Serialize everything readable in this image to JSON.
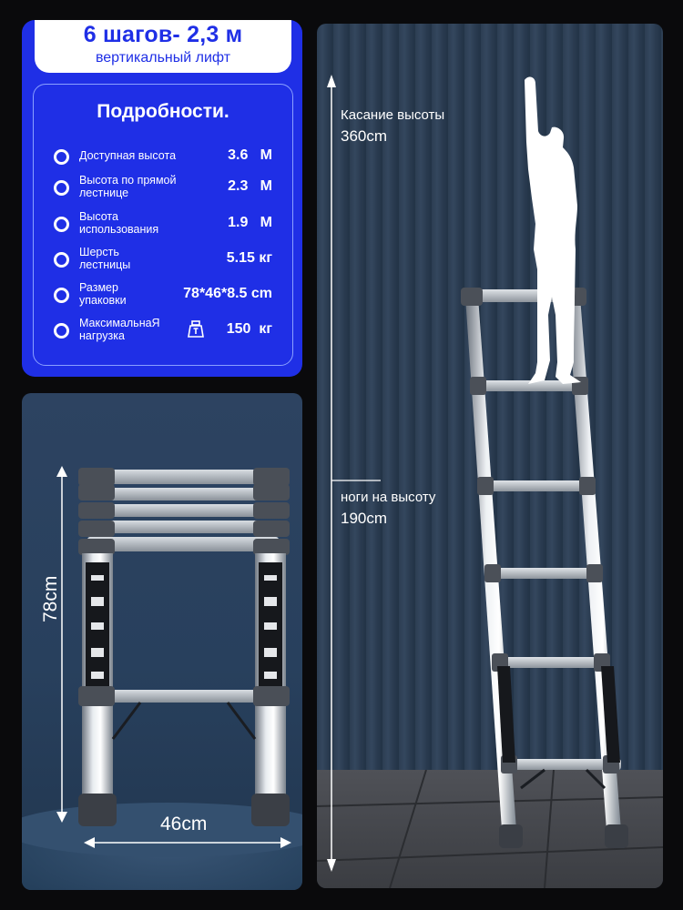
{
  "header": {
    "title": "6 шагов- 2,3 м",
    "subtitle": "вертикальный лифт"
  },
  "specs": {
    "heading": "Подробности.",
    "rows": [
      {
        "label": "Доступная высота",
        "value": "3.6   M"
      },
      {
        "label": "Высота по прямой лестнице",
        "value": "2.3   M"
      },
      {
        "label": "Высота использования",
        "value": "1.9   M"
      },
      {
        "label": "Шерсть лестницы",
        "value": "5.15 кг"
      },
      {
        "label": "Размер упаковки",
        "value": "78*46*8.5 cm"
      },
      {
        "label": "МаксимальнаЯ нагрузка",
        "value": "150  кг"
      }
    ]
  },
  "folded": {
    "height_label": "78cm",
    "width_label": "46cm"
  },
  "extended": {
    "touch_label": "Касание высоты",
    "touch_value": "360cm",
    "feet_label": "ноги на высоту",
    "feet_value": "190cm"
  },
  "colors": {
    "panel_blue": "#1f2fe6",
    "background": "#0a0a0c",
    "wall": "#2c3d52"
  }
}
